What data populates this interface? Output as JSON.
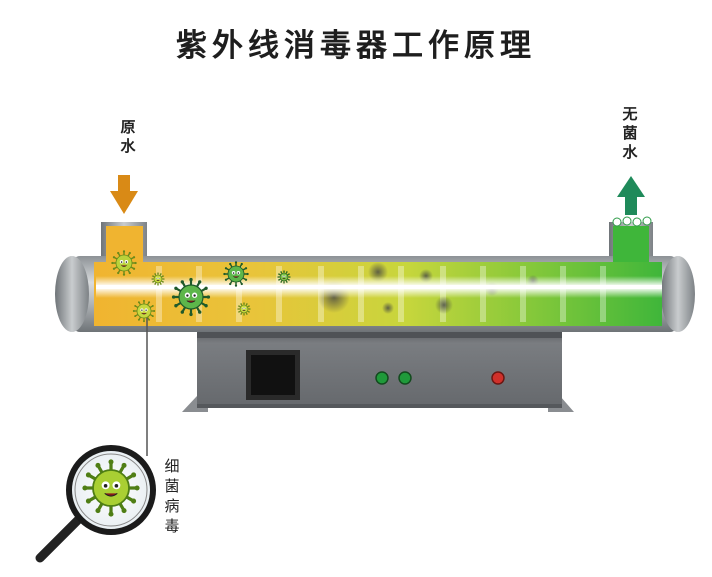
{
  "title": "紫外线消毒器工作原理",
  "inlet_label": [
    "原",
    "水"
  ],
  "outlet_label": [
    "无",
    "菌",
    "水"
  ],
  "bacteria_label": [
    "细",
    "菌",
    "病",
    "毒"
  ],
  "colors": {
    "inlet_water": "#f0b430",
    "outlet_water": "#3fb63a",
    "inlet_arrow": "#d98a16",
    "outlet_arrow": "#1f8a5a",
    "pipe_steel": "#a7acb0",
    "base_steel": "#6f7276",
    "lamp": "#ffffff",
    "indicator_green": "#1f9a3a",
    "indicator_red": "#d0302a"
  }
}
